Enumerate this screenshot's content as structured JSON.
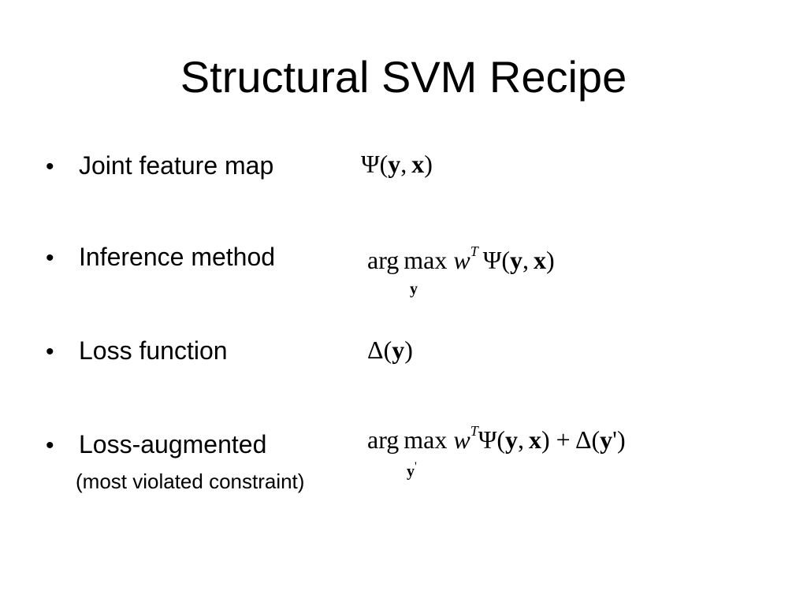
{
  "slide": {
    "title": "Structural SVM Recipe",
    "bullet_glyph": "•",
    "items": [
      {
        "label": "Joint feature map"
      },
      {
        "label": "Inference method"
      },
      {
        "label": "Loss function"
      },
      {
        "label": "Loss-augmented",
        "sublabel": "(most violated constraint)"
      }
    ],
    "formulas": {
      "joint_feature_map": "Ψ(y, x)",
      "inference": "arg max_y w^T Ψ(y, x)",
      "loss": "Δ(y)",
      "loss_augmented": "arg max_y' w^T Ψ(y, x) + Δ(y')"
    }
  }
}
